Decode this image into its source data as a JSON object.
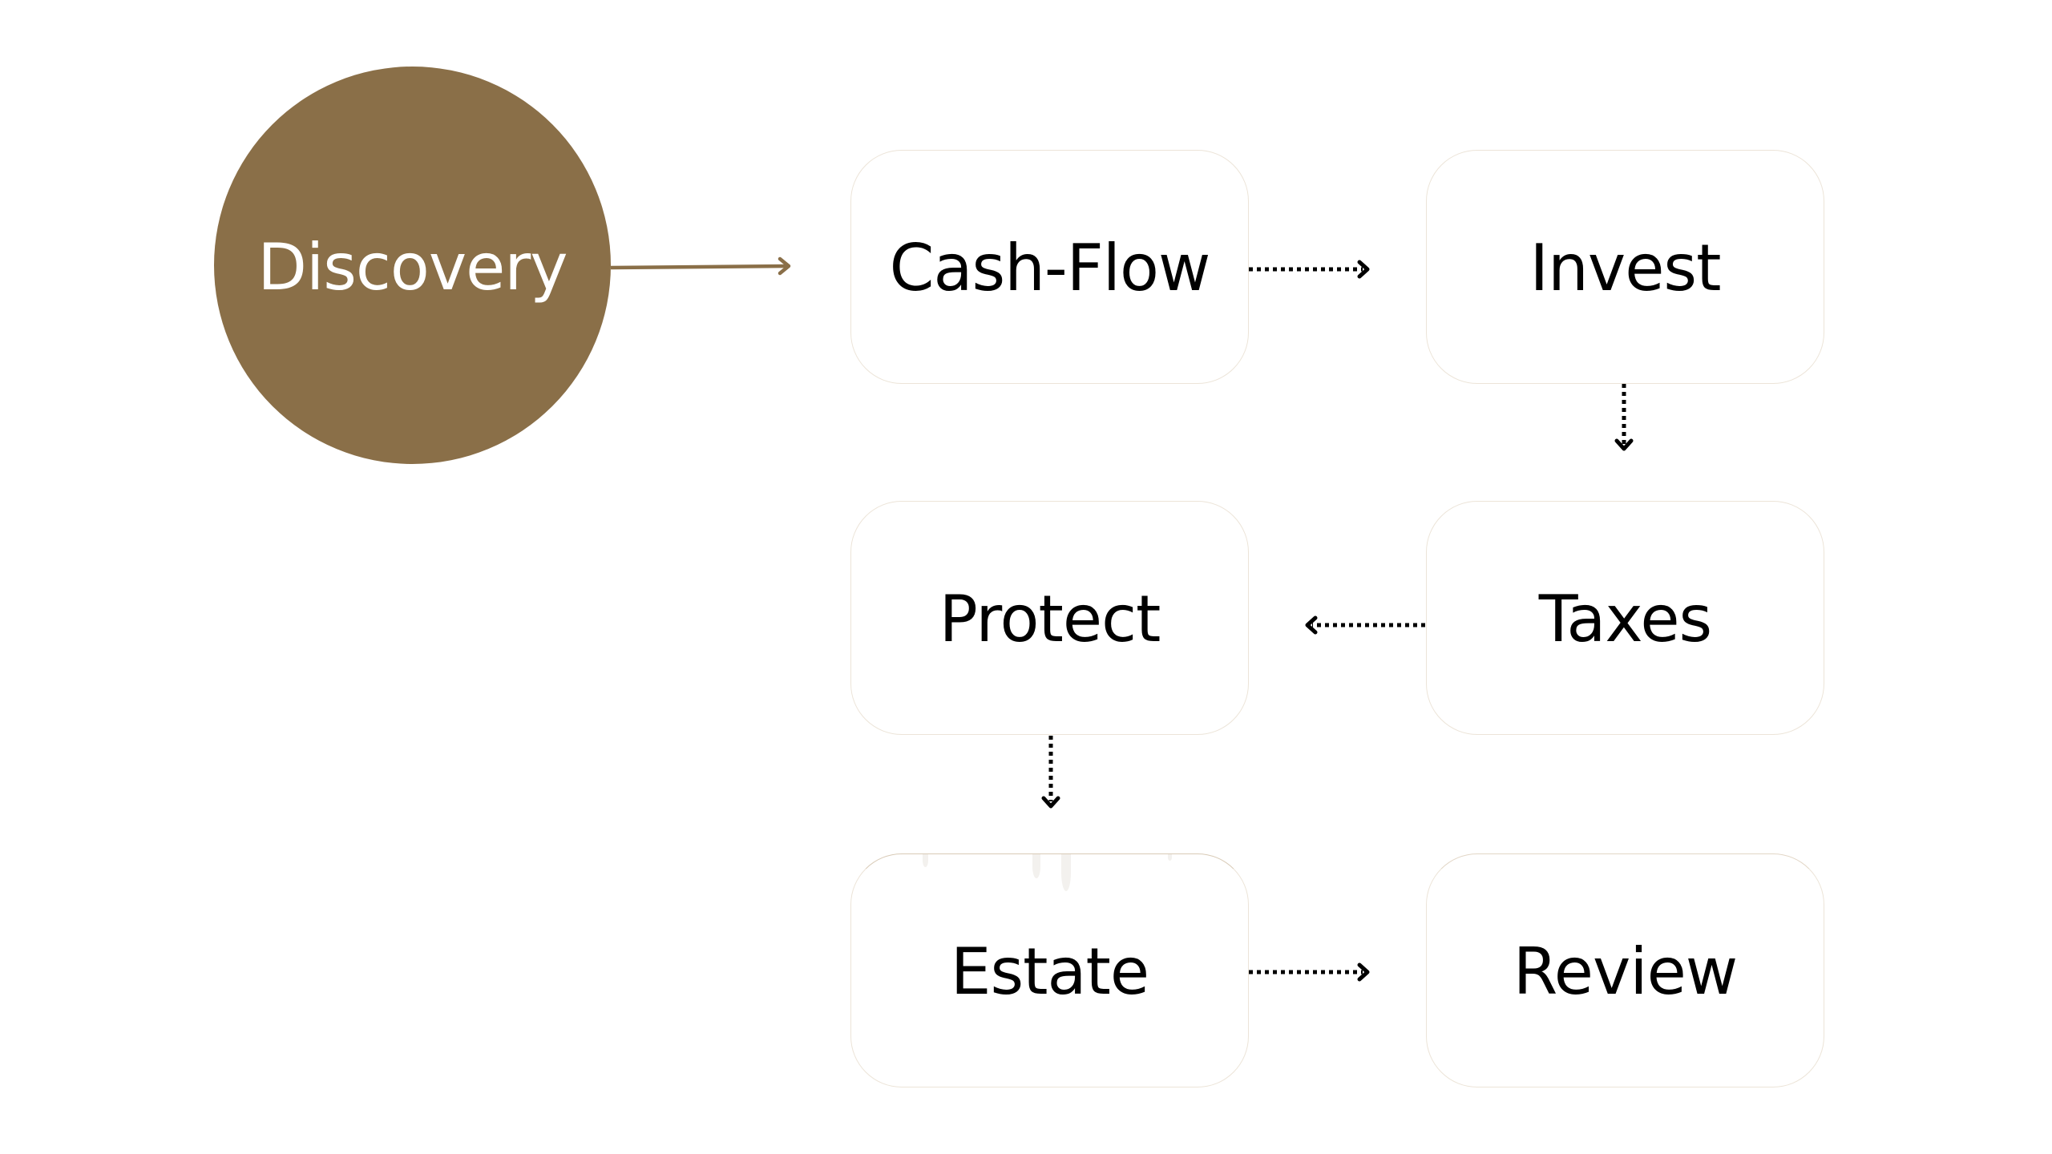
{
  "diagram": {
    "type": "process-flow",
    "start_node": {
      "id": "discovery",
      "label": "Discovery",
      "shape": "circle",
      "fill_color": "#8A6F48",
      "text_color": "#FFFFFF"
    },
    "steps": [
      {
        "id": "cash-flow",
        "label": "Cash-Flow"
      },
      {
        "id": "invest",
        "label": "Invest"
      },
      {
        "id": "taxes",
        "label": "Taxes"
      },
      {
        "id": "protect",
        "label": "Protect"
      },
      {
        "id": "estate",
        "label": "Estate"
      },
      {
        "id": "review",
        "label": "Review"
      }
    ],
    "connectors": [
      {
        "from": "discovery",
        "to": "cash-flow",
        "style": "solid",
        "color": "#8A6F48"
      },
      {
        "from": "cash-flow",
        "to": "invest",
        "style": "dotted",
        "color": "#000000"
      },
      {
        "from": "invest",
        "to": "taxes",
        "style": "dotted",
        "color": "#000000"
      },
      {
        "from": "taxes",
        "to": "protect",
        "style": "dotted",
        "color": "#000000"
      },
      {
        "from": "protect",
        "to": "estate",
        "style": "dotted",
        "color": "#000000"
      },
      {
        "from": "estate",
        "to": "review",
        "style": "dotted",
        "color": "#000000"
      }
    ],
    "colors": {
      "accent": "#8A6F48",
      "box_border": "#ECE4D8",
      "text": "#000000",
      "background": "#FFFFFF"
    }
  }
}
